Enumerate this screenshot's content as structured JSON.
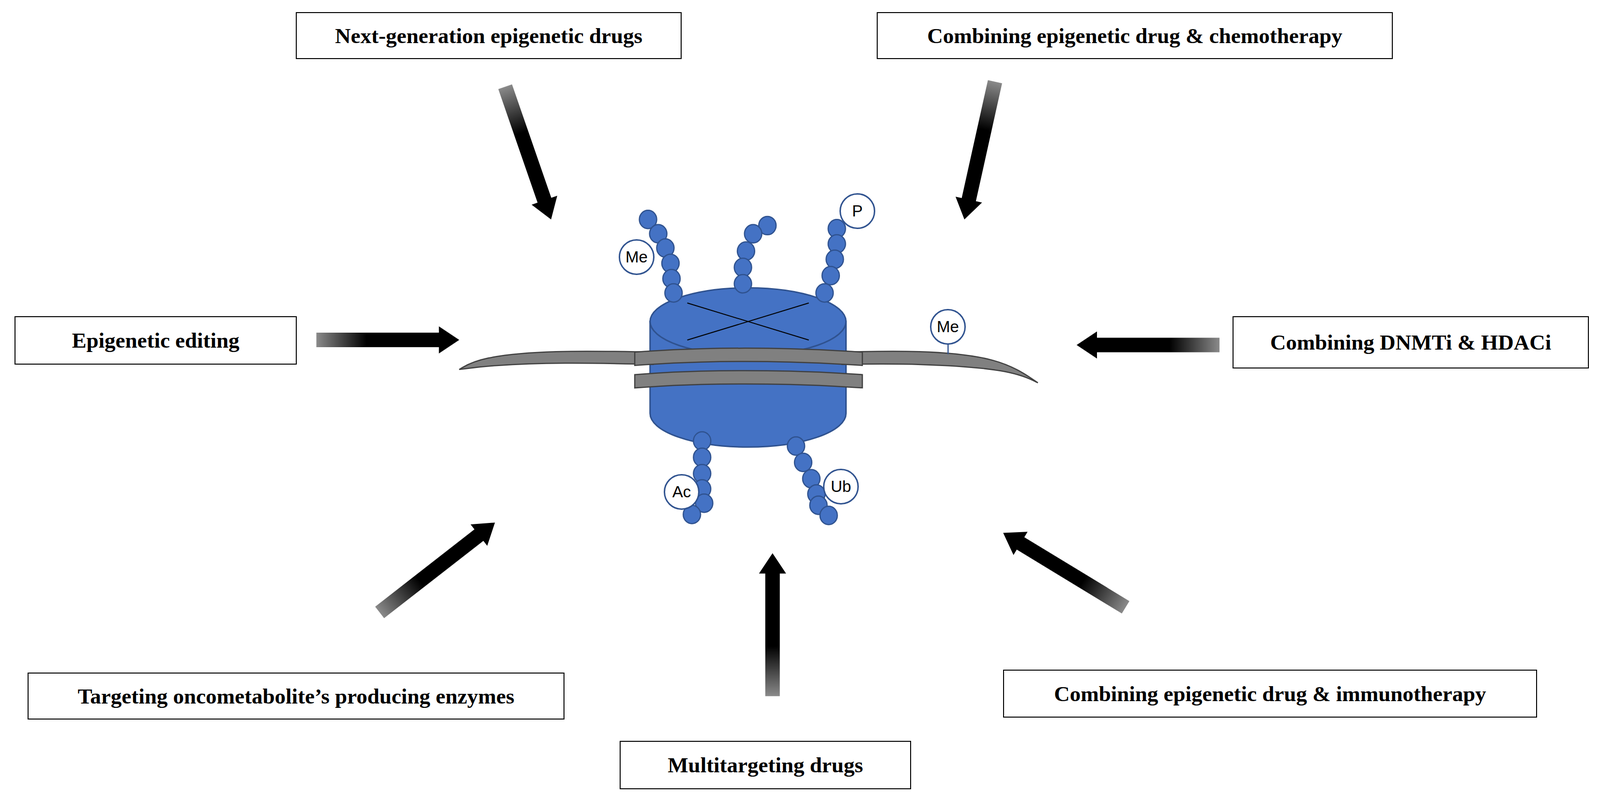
{
  "diagram": {
    "nodes": [
      {
        "text": [
          "Next-generation epigenetic drugs"
        ]
      },
      {
        "text": [
          "Combining epigenetic drug & chemotherapy"
        ]
      },
      {
        "text": [
          "P"
        ]
      },
      {
        "text": [
          "Me"
        ]
      },
      {
        "text": [
          "Epigenetic editing"
        ]
      },
      {
        "text": [
          "Me"
        ]
      },
      {
        "text": [
          "Combining DNMTi & HDACi"
        ]
      },
      {
        "text": [
          "Ac"
        ]
      },
      {
        "text": [
          "Ub"
        ]
      },
      {
        "text": [
          "Targeting oncometabolite’s producing enzymes"
        ]
      },
      {
        "text": [
          "Combining epigenetic drug & immunotherapy"
        ]
      },
      {
        "text": [
          "Multitargeting drugs"
        ]
      }
    ]
  }
}
